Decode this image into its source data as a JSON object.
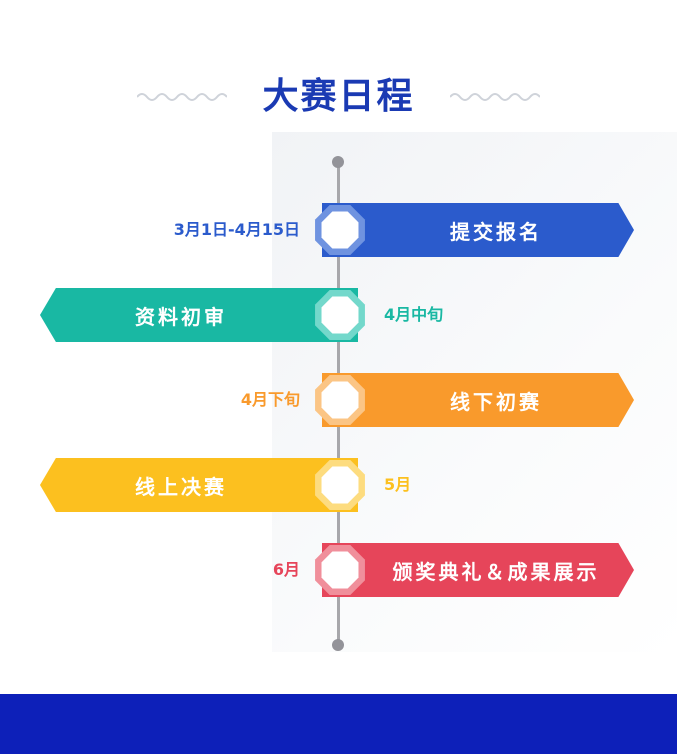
{
  "title": "大赛日程",
  "colors": {
    "title": "#1a3ab3",
    "footer": "#0d20b9",
    "spine": "#a7a7ab"
  },
  "steps": [
    {
      "label": "提交报名",
      "date": "3月1日-4月15日",
      "side": "right",
      "color": "#2b5bcc",
      "ring": "#6f93e0"
    },
    {
      "label": "资料初审",
      "date": "4月中旬",
      "side": "left",
      "color": "#19b8a3",
      "ring": "#73d8cb"
    },
    {
      "label": "线下初赛",
      "date": "4月下旬",
      "side": "right",
      "color": "#f99a2c",
      "ring": "#fbc585"
    },
    {
      "label": "线上决赛",
      "date": "5月",
      "side": "left",
      "color": "#fcc01f",
      "ring": "#fddc7f"
    },
    {
      "label": "颁奖典礼＆成果展示",
      "date": "6月",
      "side": "right",
      "color": "#e6455a",
      "ring": "#f08f9b"
    }
  ]
}
